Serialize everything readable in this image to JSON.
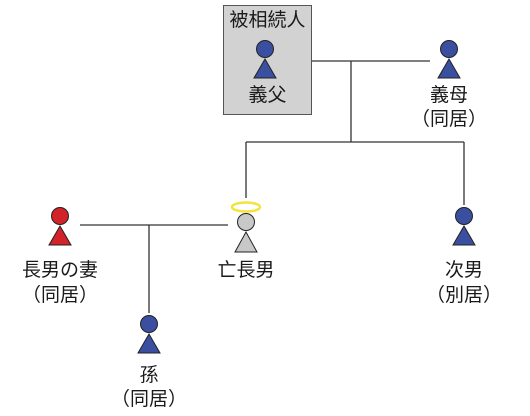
{
  "deceased_box": {
    "title": "被相続人"
  },
  "people": {
    "father_in_law": {
      "name": "義父",
      "color": "#3a4fa0"
    },
    "mother_in_law": {
      "name": "義母",
      "status": "（同居）",
      "color": "#3a4fa0"
    },
    "deceased_eldest_son": {
      "name": "亡長男",
      "color": "#c8c8c8",
      "halo_color": "#f2e43a"
    },
    "eldest_son_wife": {
      "name": "長男の妻",
      "status": "（同居）",
      "color": "#d3232a"
    },
    "second_son": {
      "name": "次男",
      "status": "（別居）",
      "color": "#3a4fa0"
    },
    "grandchild": {
      "name": "孫",
      "status": "（同居）",
      "color": "#3a4fa0"
    }
  },
  "colors": {
    "line": "#333333",
    "box_fill": "#d2d2d2",
    "icon_outline": "#222222"
  }
}
